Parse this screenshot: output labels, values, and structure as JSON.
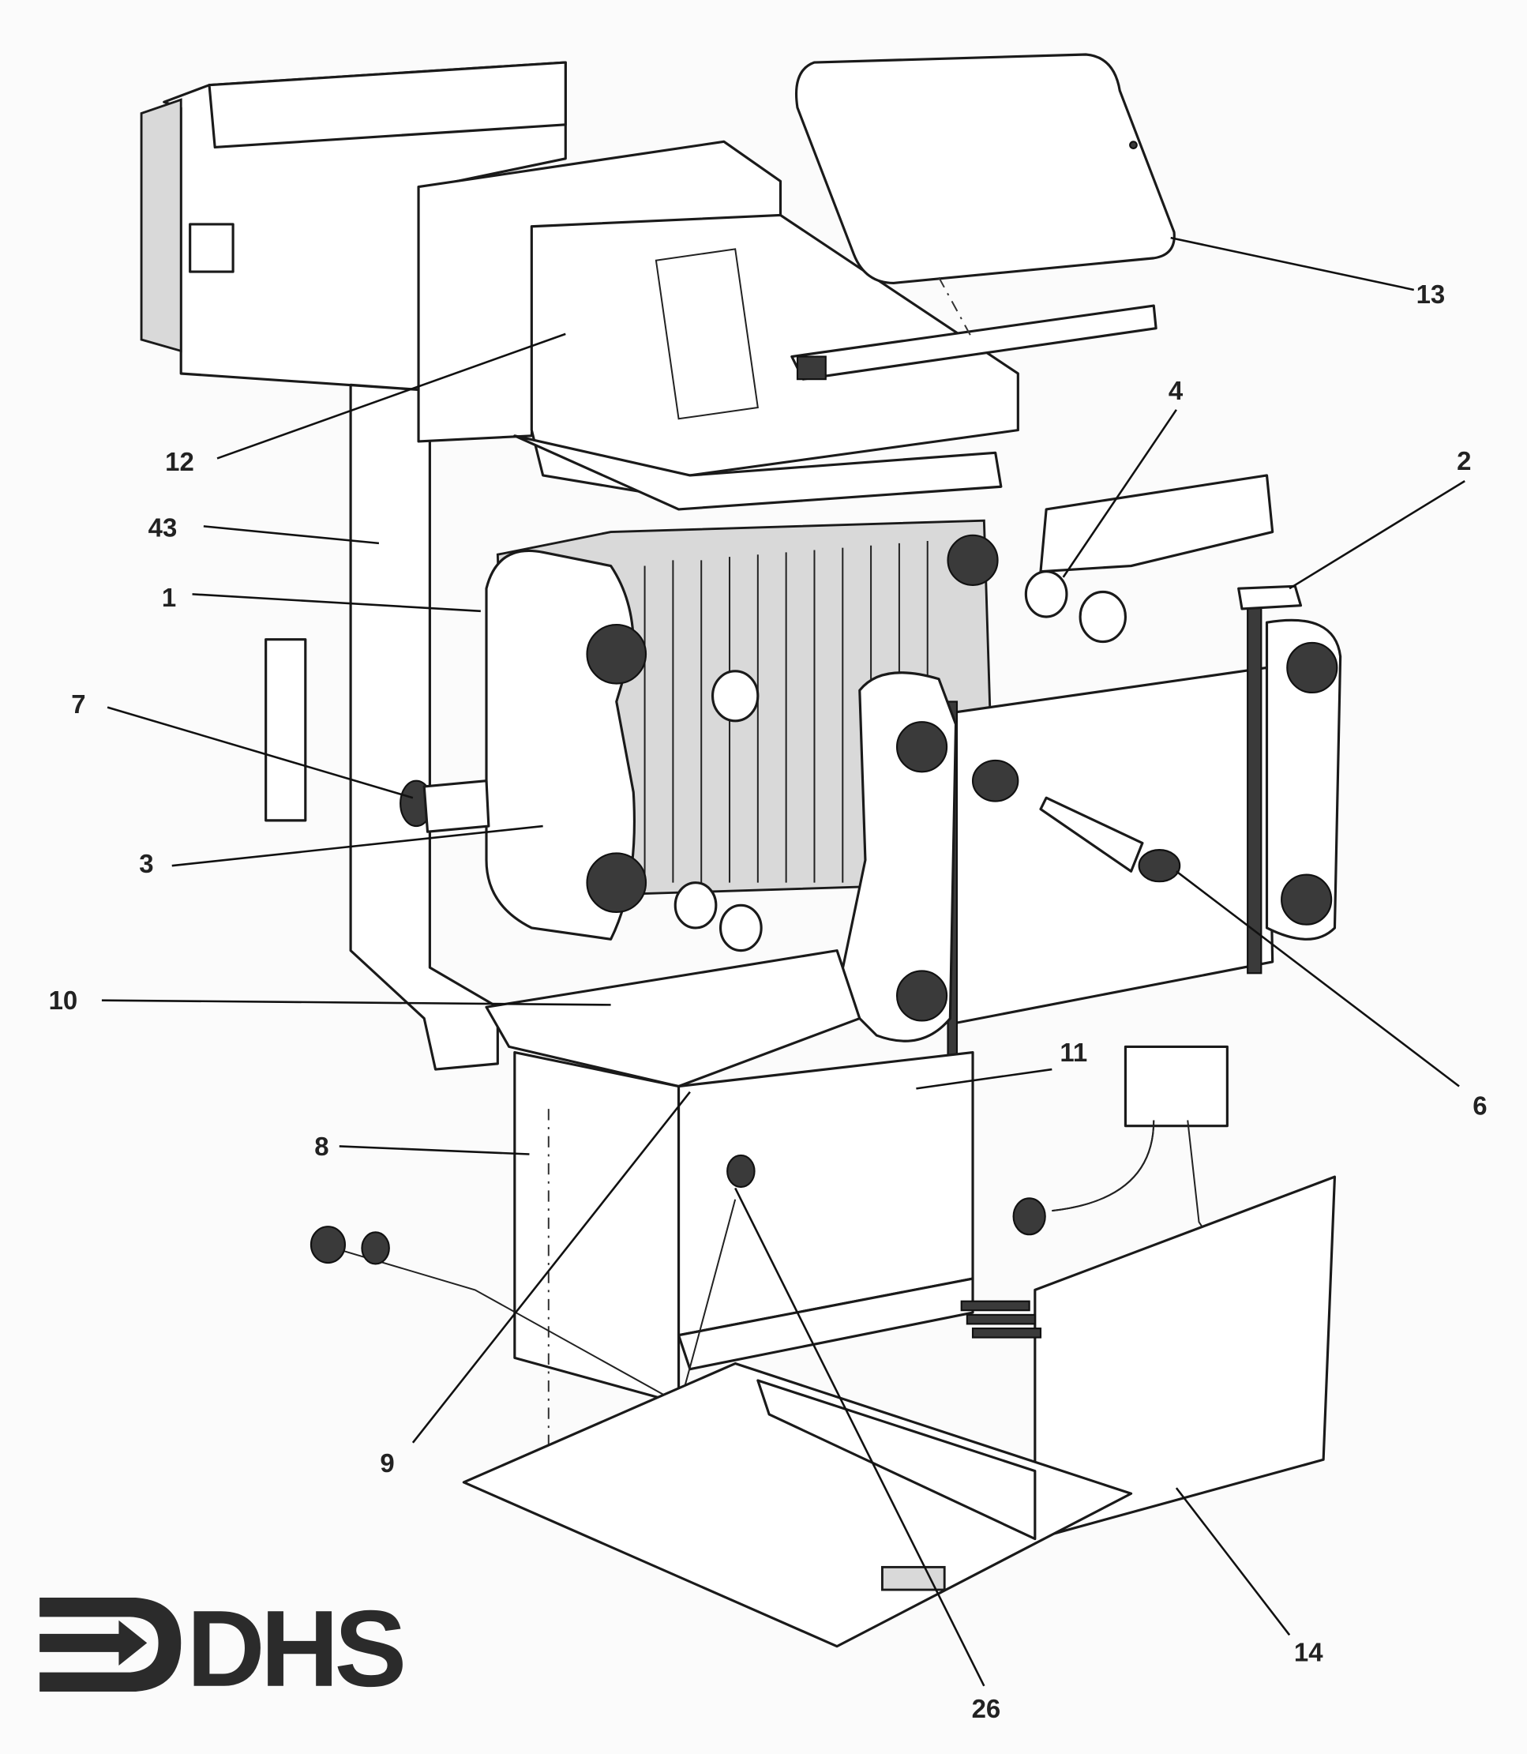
{
  "diagram": {
    "type": "exploded parts diagram",
    "labels": {
      "p13": "13",
      "p4": "4",
      "p2": "2",
      "p12": "12",
      "p43": "43",
      "p1": "1",
      "p7": "7",
      "p3": "3",
      "p6": "6",
      "p10": "10",
      "p11": "11",
      "p8": "8",
      "p9": "9",
      "p14": "14",
      "p26": "26"
    }
  },
  "logo": {
    "text": "DHS"
  }
}
